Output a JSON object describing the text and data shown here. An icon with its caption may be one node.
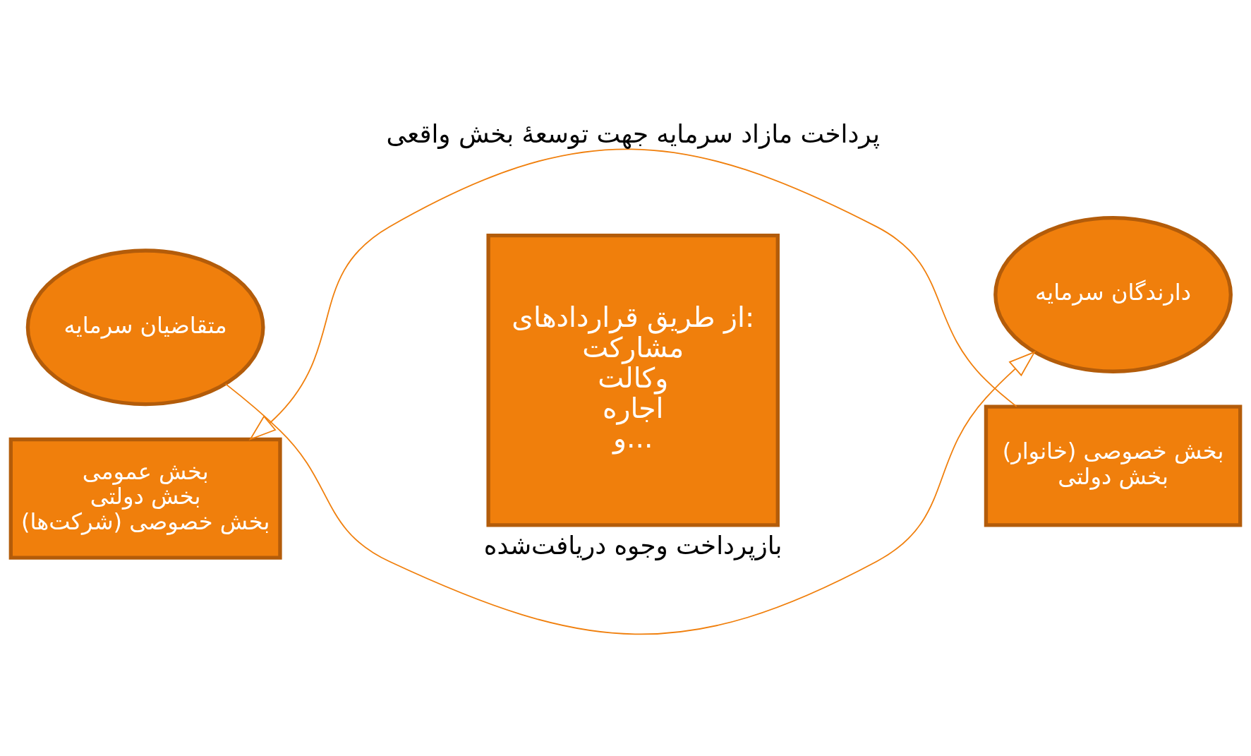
{
  "diagram": {
    "nodes": [
      {
        "text": [
          "دارندگان سرمایه"
        ]
      },
      {
        "text": [
          "بخش خصوصی (خانوار)",
          "بخش دولتی"
        ]
      },
      {
        "text": [
          "از طریق قراردادهای:",
          "مشارکت",
          "وکالت",
          "اجاره",
          "و..."
        ]
      },
      {
        "text": [
          "متقاضیان سرمایه"
        ]
      },
      {
        "text": [
          "بخش عمومی",
          "بخش دولتی",
          "بخش خصوصی (شرکت‌ها)"
        ]
      }
    ],
    "edges": [
      {
        "from": 3,
        "to": 0,
        "arrow": "to",
        "label": "بازپرداخت وجوه دریافت‌شده"
      },
      {
        "from": 1,
        "to": 4,
        "arrow": "to",
        "label": "پرداخت مازاد سرمایه جهت توسعهٔ بخش واقعی"
      }
    ]
  }
}
